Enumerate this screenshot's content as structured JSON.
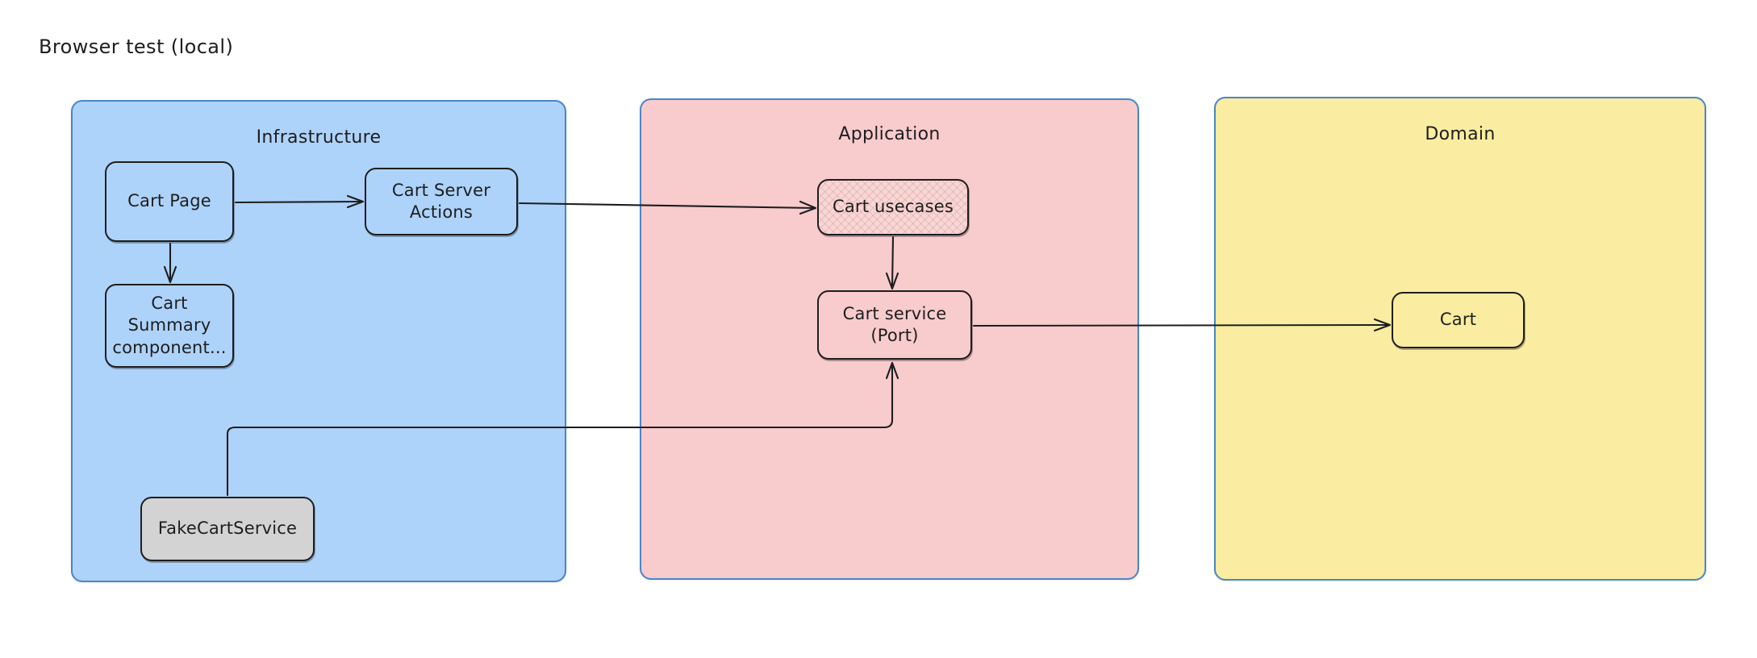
{
  "page": {
    "title": "Browser test (local)",
    "background_color": "#ffffff",
    "stroke_color": "#1e1e1e"
  },
  "diagram": {
    "type": "architecture-flow",
    "style": "hand-drawn",
    "groups": [
      {
        "id": "infrastructure",
        "label": "Infrastructure",
        "fill_color": "#AED3FA",
        "border_color": "#4a86c8"
      },
      {
        "id": "application",
        "label": "Application",
        "fill_color": "#F8CBCD",
        "border_color": "#4a86c8"
      },
      {
        "id": "domain",
        "label": "Domain",
        "fill_color": "#FAECA0",
        "border_color": "#4a86c8"
      }
    ],
    "nodes": [
      {
        "id": "cart-page",
        "label": "Cart Page",
        "group": "infrastructure",
        "fill_color": "#AED3FA"
      },
      {
        "id": "cart-server-actions",
        "label": "Cart Server\nActions",
        "group": "infrastructure",
        "fill_color": "#AED3FA"
      },
      {
        "id": "cart-summary",
        "label": "Cart Summary\ncomponent...",
        "group": "infrastructure",
        "fill_color": "#AED3FA"
      },
      {
        "id": "fakecartservice",
        "label": "FakeCartService",
        "group": "infrastructure",
        "fill_color": "#d3d3d3"
      },
      {
        "id": "cart-usecases",
        "label": "Cart usecases",
        "group": "application",
        "fill_color": "#f7d7d6"
      },
      {
        "id": "cart-service",
        "label": "Cart service\n(Port)",
        "group": "application",
        "fill_color": "#F8CBCD"
      },
      {
        "id": "cart",
        "label": "Cart",
        "group": "domain",
        "fill_color": "#FAECA0"
      }
    ],
    "edges": [
      {
        "id": "e1",
        "from": "cart-page",
        "to": "cart-server-actions",
        "arrow": "end"
      },
      {
        "id": "e2",
        "from": "cart-page",
        "to": "cart-summary",
        "arrow": "end"
      },
      {
        "id": "e3",
        "from": "cart-server-actions",
        "to": "cart-usecases",
        "arrow": "end"
      },
      {
        "id": "e4",
        "from": "cart-usecases",
        "to": "cart-service",
        "arrow": "end"
      },
      {
        "id": "e5",
        "from": "cart-service",
        "to": "cart",
        "arrow": "end"
      },
      {
        "id": "e6",
        "from": "fakecartservice",
        "to": "cart-service",
        "arrow": "end"
      }
    ]
  }
}
